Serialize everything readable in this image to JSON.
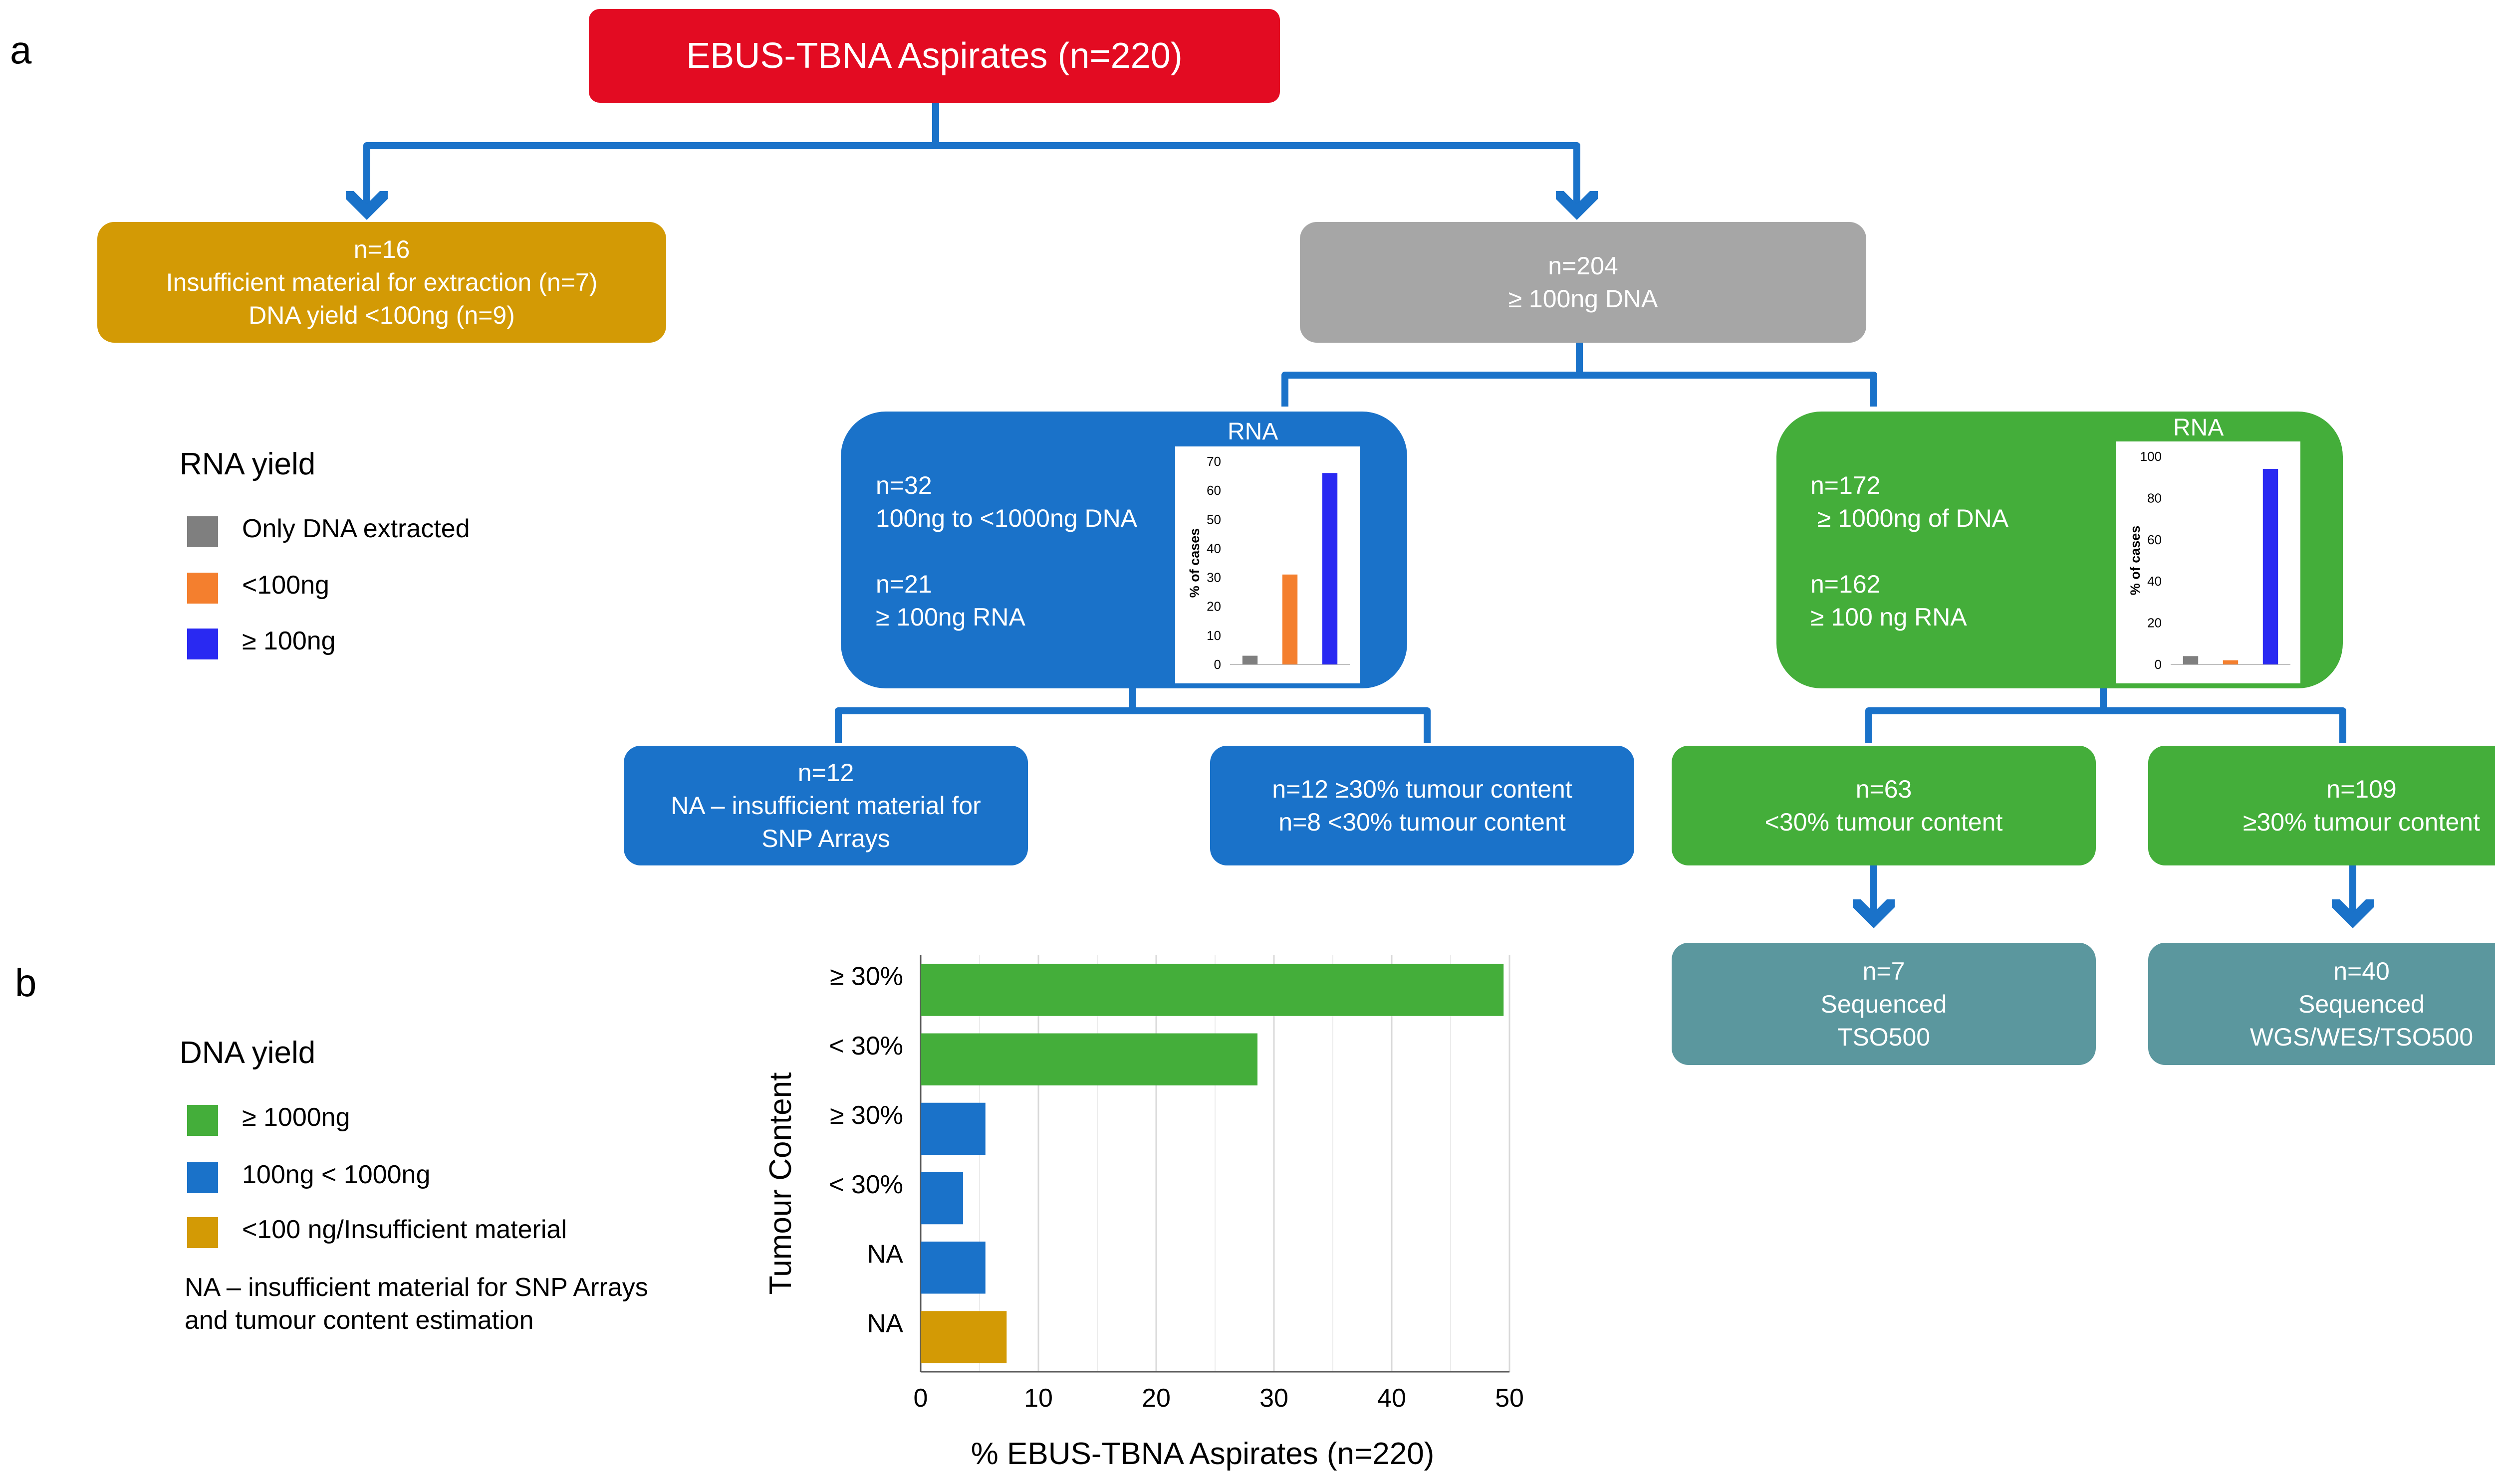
{
  "panels": {
    "a": "a",
    "b": "b"
  },
  "colors": {
    "red": "#e30b22",
    "orange_gold": "#d39a05",
    "grey": "#a6a6a6",
    "blue": "#1a72c9",
    "green": "#44ae3a",
    "teal": "#5b979e",
    "arrow": "#1a72c9",
    "only_dna": "#7f7f7f",
    "lt100": "#f47f2e",
    "ge100": "#2929f2"
  },
  "flow": {
    "root": "EBUS-TBNA Aspirates (n=220)",
    "insufficient": [
      "n=16",
      "Insufficient material for extraction (n=7)",
      "DNA yield <100ng (n=9)"
    ],
    "dna_ok": [
      "n=204",
      "≥ 100ng DNA"
    ],
    "blue_group": {
      "lines": [
        "n=32",
        "100ng to <1000ng DNA",
        "",
        "n=21",
        "≥ 100ng RNA"
      ],
      "inset_title": "RNA"
    },
    "green_group": {
      "lines": [
        "n=172",
        " ≥ 1000ng of DNA",
        "",
        "n=162",
        "≥ 100 ng RNA"
      ],
      "inset_title": "RNA"
    },
    "na_box": [
      "n=12",
      "NA – insufficient material for",
      "SNP Arrays"
    ],
    "tumour_blue": [
      "n=12 ≥30% tumour content",
      "n=8 <30% tumour content"
    ],
    "lt30_green": [
      "n=63",
      "<30% tumour content"
    ],
    "ge30_green": [
      "n=109",
      "≥30% tumour content"
    ],
    "seq_tso": [
      "n=7",
      "Sequenced",
      "TSO500"
    ],
    "seq_wgs": [
      "n=40",
      "Sequenced",
      "WGS/WES/TSO500"
    ]
  },
  "rna_legend": {
    "title": "RNA yield",
    "items": [
      {
        "label": "Only DNA extracted",
        "color": "#7f7f7f"
      },
      {
        "label": "<100ng",
        "color": "#f47f2e"
      },
      {
        "label": "≥ 100ng",
        "color": "#2929f2"
      }
    ]
  },
  "dna_legend": {
    "title": "DNA yield",
    "items": [
      {
        "label": "≥ 1000ng",
        "color": "#44ae3a"
      },
      {
        "label": "100ng < 1000ng",
        "color": "#1a72c9"
      },
      {
        "label": "<100 ng/Insufficient material",
        "color": "#d39a05"
      }
    ],
    "note": [
      "NA – insufficient material for SNP Arrays",
      "and tumour content estimation"
    ]
  },
  "chart_data": [
    {
      "type": "bar",
      "title": "RNA",
      "ylabel": "% of cases",
      "ylim": [
        0,
        70
      ],
      "yticks": [
        "0",
        "10",
        "20",
        "30",
        "40",
        "50",
        "60",
        "70"
      ],
      "categories": [
        "Only DNA extracted",
        "<100ng",
        "≥ 100ng"
      ],
      "values": [
        3,
        31,
        66
      ],
      "colors": [
        "#7f7f7f",
        "#f47f2e",
        "#2929f2"
      ]
    },
    {
      "type": "bar",
      "title": "RNA",
      "ylabel": "% of cases",
      "ylim": [
        0,
        100
      ],
      "yticks": [
        "0",
        "20",
        "40",
        "60",
        "80",
        "100"
      ],
      "categories": [
        "Only DNA extracted",
        "<100ng",
        "≥ 100ng"
      ],
      "values": [
        4,
        2,
        94
      ],
      "colors": [
        "#7f7f7f",
        "#f47f2e",
        "#2929f2"
      ]
    },
    {
      "type": "bar",
      "orientation": "horizontal",
      "xlabel": "%  EBUS-TBNA Aspirates (n=220)",
      "ylabel": "Tumour Content",
      "xlim": [
        0,
        50
      ],
      "xticks": [
        "0",
        "10",
        "20",
        "30",
        "40",
        "50"
      ],
      "categories": [
        "≥ 30%",
        "< 30%",
        "≥ 30%",
        "< 30%",
        "NA",
        "NA"
      ],
      "values": [
        49.5,
        28.6,
        5.5,
        3.6,
        5.5,
        7.3
      ],
      "colors": [
        "#44ae3a",
        "#44ae3a",
        "#1a72c9",
        "#1a72c9",
        "#1a72c9",
        "#d39a05"
      ],
      "grid": true
    }
  ]
}
